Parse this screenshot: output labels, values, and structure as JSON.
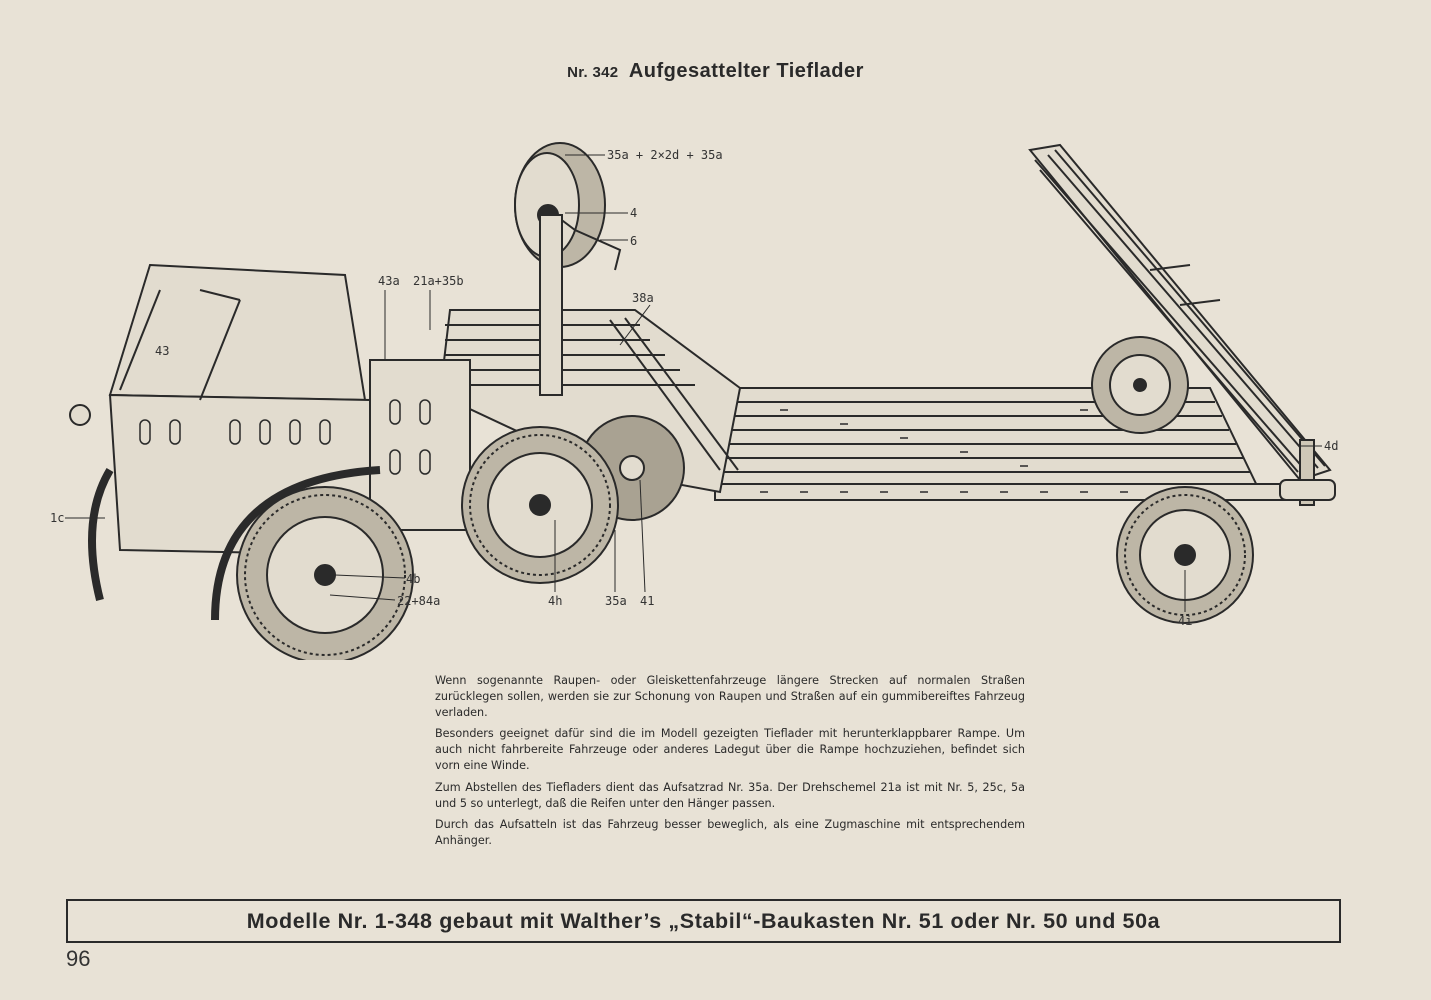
{
  "header": {
    "number": "Nr. 342",
    "name": "Aufgesattelter Tieflader"
  },
  "labels": {
    "drum": "35a + 2×2d + 35a",
    "crank_nut": "4",
    "crank": "6",
    "upright": "43a",
    "turntable": "21a+35b",
    "bracket": "38a",
    "cab_side": "43",
    "mudguard": "1c",
    "front_axle": "4b",
    "front_wheel": "22+84a",
    "rear_axle": "4h",
    "support_wheel": "35a",
    "support": "41",
    "ramp_hinge": "4d",
    "trailer_axle": "4i"
  },
  "paragraphs": [
    "Wenn sogenannte Raupen- oder Gleiskettenfahrzeuge längere Strecken auf normalen Straßen zurücklegen sollen, werden sie zur Schonung von Raupen und Straßen auf ein gummibereiftes Fahrzeug verladen.",
    "Besonders geeignet dafür sind die im Modell gezeigten Tieflader mit herunterklappbarer Rampe. Um auch nicht fahrbereite Fahrzeuge oder anderes Ladegut über die Rampe hochzuziehen, befindet sich vorn eine Winde.",
    "Zum Abstellen des Tiefladers dient das Aufsatzrad Nr. 35a. Der Drehschemel 21a ist mit Nr. 5, 25c, 5a und 5 so unterlegt, daß die Reifen unter den Hänger passen.",
    "Durch das Aufsatteln ist das Fahrzeug besser beweglich, als eine Zugmaschine mit entsprechendem Anhänger."
  ],
  "banner": "Modelle Nr. 1-348 gebaut mit Walther’s „Stabil“-Baukasten Nr. 51 oder Nr. 50 und 50a",
  "page_number": "96",
  "colors": {
    "paper": "#e8e2d6",
    "ink": "#2a2a2a"
  }
}
